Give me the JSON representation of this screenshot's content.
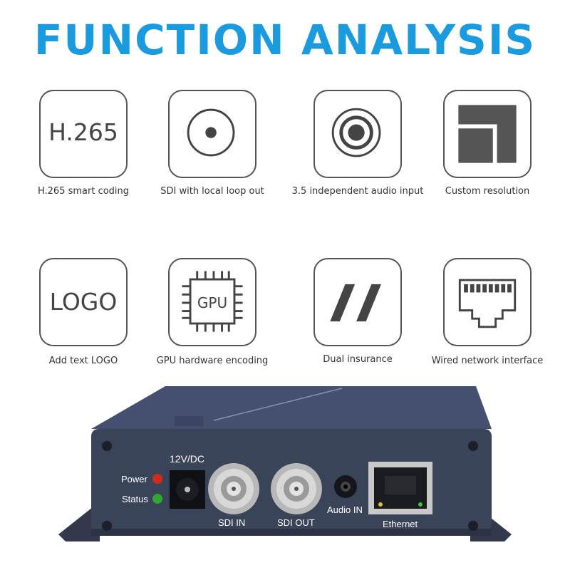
{
  "title": "FUNCTION ANALYSIS",
  "features": [
    {
      "icon": "h265-icon",
      "text": "H.265",
      "caption": "H.265 smart coding"
    },
    {
      "icon": "sdi-connector-icon",
      "caption": "SDI with local loop out"
    },
    {
      "icon": "audio-jack-icon",
      "caption": "3.5 independent audio input"
    },
    {
      "icon": "resolution-icon",
      "caption": "Custom resolution"
    },
    {
      "icon": "logo-text-icon",
      "text": "LOGO",
      "caption": "Add text LOGO"
    },
    {
      "icon": "gpu-chip-icon",
      "text": "GPU",
      "caption": "GPU hardware encoding"
    },
    {
      "icon": "double-slash-icon",
      "caption": "Dual insurance"
    },
    {
      "icon": "ethernet-port-icon",
      "caption": "Wired network interface"
    }
  ],
  "device": {
    "power_label": "Power",
    "status_label": "Status",
    "dc_label": "12V/DC",
    "sdi_in_label": "SDI IN",
    "sdi_out_label": "SDI OUT",
    "audio_label": "Audio IN",
    "ethernet_label": "Ethernet",
    "body_color": "#3a4459",
    "power_led_color": "#d42a1e",
    "status_led_color": "#2fa832"
  }
}
